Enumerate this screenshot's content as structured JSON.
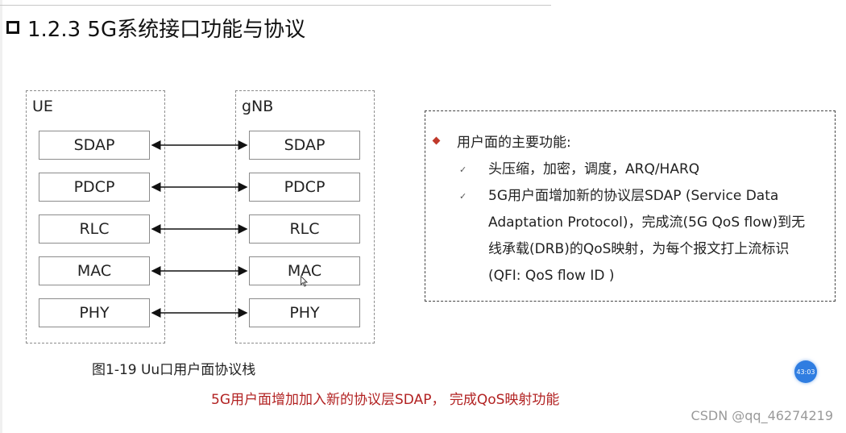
{
  "slide": {
    "title": "1.2.3 5G系统接口功能与协议",
    "caption": "图1-19  Uu口用户面协议栈",
    "note": "5G用户面增加加入新的协议层SDAP， 完成QoS映射功能"
  },
  "diagram": {
    "ue_label": "UE",
    "gnb_label": "gNB",
    "layers": [
      "SDAP",
      "PDCP",
      "RLC",
      "MAC",
      "PHY"
    ]
  },
  "panel": {
    "heading": "用户面的主要功能:",
    "items": [
      {
        "check": "✓",
        "lines": [
          "头压缩，加密，调度，ARQ/HARQ"
        ]
      },
      {
        "check": "✓",
        "lines": [
          "5G用户面增加新的协议层SDAP (Service Data",
          "Adaptation Protocol)，完成流(5G QoS flow)到无",
          "线承载(DRB)的QoS映射，为每个报文打上流标识",
          "(QFI: QoS flow ID )"
        ]
      }
    ]
  },
  "overlay": {
    "timer_badge": "43:03",
    "watermark": "CSDN @qq_46274219"
  },
  "colors": {
    "note": "#b22222",
    "bullet": "#c0392b",
    "badge": "#2f7de1"
  }
}
